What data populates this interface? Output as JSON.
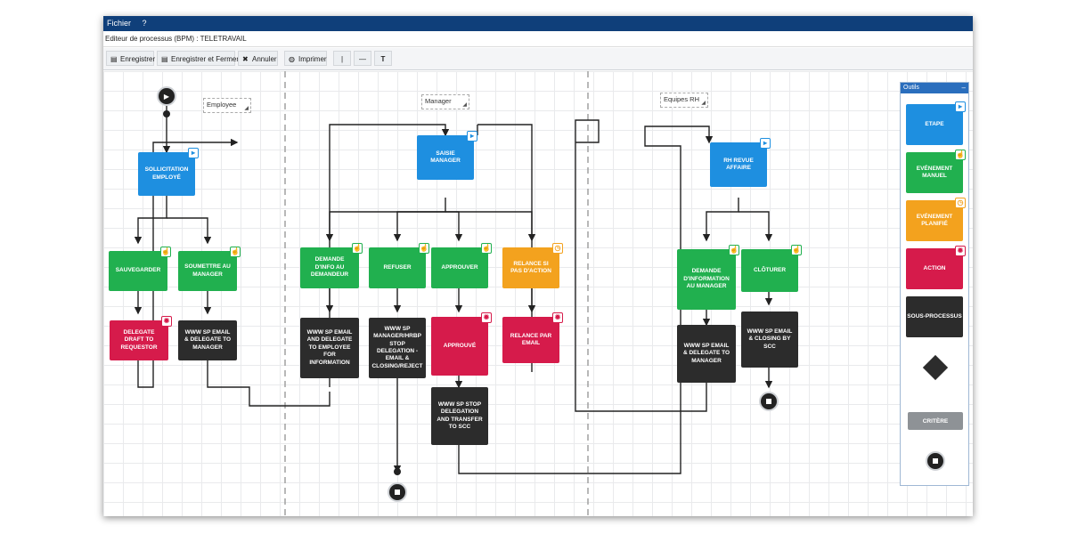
{
  "menubar": {
    "file": "Fichier",
    "help": "?"
  },
  "title": {
    "label": "Editeur de processus (BPM) : TELETRAVAIL"
  },
  "toolbar": {
    "save": "Enregistrer",
    "save_close": "Enregistrer et Fermer",
    "cancel": "Annuler",
    "print": "Imprimer",
    "vline": "|",
    "hline": "—",
    "text": "T"
  },
  "lanes": [
    "Employee",
    "Manager",
    "Equipes RH"
  ],
  "nodes": {
    "sollicitation": "SOLLICITATION EMPLOYÉ",
    "sauvegarder": "SAUVEGARDER",
    "soumettre": "SOUMETTRE AU MANAGER",
    "delegate_draft": "DELEGATE DRAFT TO REQUESTOR",
    "www_delegate_manager": "WWW SP EMAIL & DELEGATE TO MANAGER",
    "saisie_manager": "SAISIE MANAGER",
    "demande_info": "DEMANDE D'INFO AU DEMANDEUR",
    "refuser": "REFUSER",
    "approuver": "APPROUVER",
    "relance_si": "RELANCE SI PAS D'ACTION",
    "www_delegate_employee": "WWW SP EMAIL AND DELEGATE TO EMPLOYEE FOR INFORMATION",
    "www_stop_reject": "WWW SP MANAGER/HRBP STOP DELEGATION - EMAIL & CLOSING/REJECT",
    "approuve": "APPROUVÉ",
    "relance_email": "RELANCE PAR EMAIL",
    "www_stop_transfer": "WWW SP STOP DELEGATION AND TRANSFER TO SCC",
    "rh_revue": "RH REVUE AFFAIRE",
    "demande_info_manager": "DEMANDE D'INFORMATION AU MANAGER",
    "cloturer": "CLÔTURER",
    "www_delegate_manager2": "WWW SP EMAIL & DELEGATE TO MANAGER",
    "www_closing_scc": "WWW SP EMAIL & CLOSING BY SCC"
  },
  "tools": {
    "title": "Outils",
    "minimize": "–",
    "etape": "ETAPE",
    "evenement_manuel": "EVÉNEMENT MANUEL",
    "evenement_planifie": "EVÉNEMENT PLANIFIÉ",
    "action": "ACTION",
    "sous_processus": "SOUS-PROCESSUS",
    "critere": "CRITÈRE"
  },
  "colors": {
    "step": "#1e8fe0",
    "manual_event": "#21b04f",
    "scheduled_event": "#f3a21e",
    "action": "#d61b4b",
    "subprocess": "#2c2c2c",
    "menubar": "#0f3f7a"
  },
  "icons": {
    "step": "step-icon",
    "manual_event": "hand-icon",
    "scheduled_event": "clock-icon",
    "action": "gear-icon",
    "start": "play-icon",
    "end": "stop-icon"
  }
}
